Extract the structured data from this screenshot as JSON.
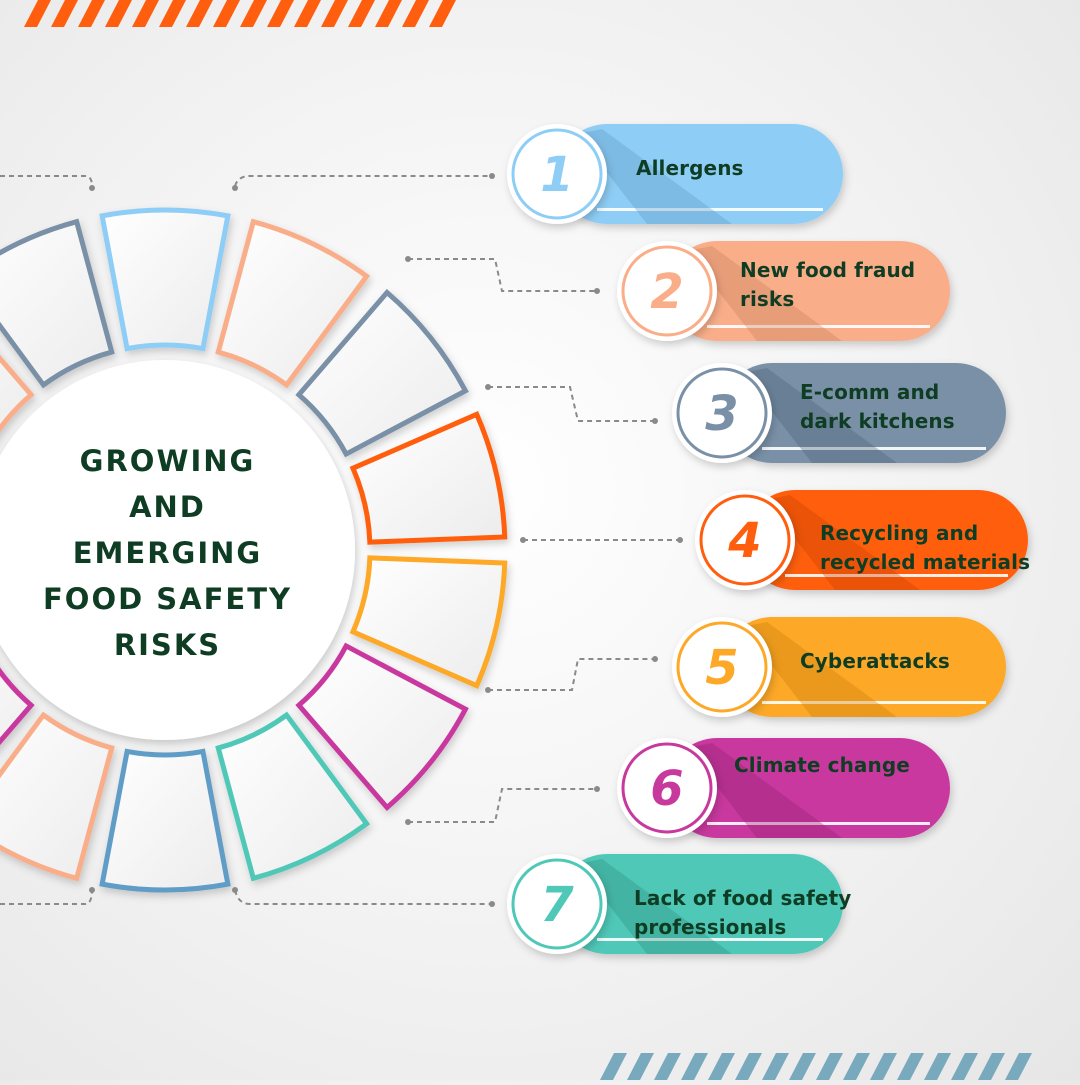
{
  "title_lines": [
    "GROWING",
    "AND",
    "EMERGING",
    "FOOD SAFETY",
    "RISKS"
  ],
  "items": [
    {
      "number": "1",
      "label_lines": [
        "Allergens"
      ],
      "color": "#8ecdf5",
      "dark": "#5f9cc6"
    },
    {
      "number": "2",
      "label_lines": [
        "New food fraud",
        "risks"
      ],
      "color": "#f9ae89",
      "dark": "#c97d5b"
    },
    {
      "number": "3",
      "label_lines": [
        "E-comm and",
        "dark kitchens"
      ],
      "color": "#7990a7",
      "dark": "#4e6275"
    },
    {
      "number": "4",
      "label_lines": [
        "Recycling and",
        "recycled materials"
      ],
      "color": "#ff5e0e",
      "dark": "#c23f00"
    },
    {
      "number": "5",
      "label_lines": [
        "Cyberattacks"
      ],
      "color": "#fda827",
      "dark": "#c67d0c"
    },
    {
      "number": "6",
      "label_lines": [
        "Climate change"
      ],
      "color": "#c8399e",
      "dark": "#8f1f70"
    },
    {
      "number": "7",
      "label_lines": [
        "Lack of food safety",
        "professionals"
      ],
      "color": "#4fc8b8",
      "dark": "#2d8b7a"
    }
  ],
  "ring_colors": [
    "#8ecdf5",
    "#f9ae89",
    "#7990a7",
    "#ff5e0e",
    "#fda827",
    "#c8399e",
    "#4fc8b8",
    "#5f9cc6",
    "#f9ae89",
    "#c8399e",
    "#2d8b7a"
  ],
  "stripe_colors": {
    "top": "#ff5e0e",
    "bottom": "#79a9bd"
  }
}
